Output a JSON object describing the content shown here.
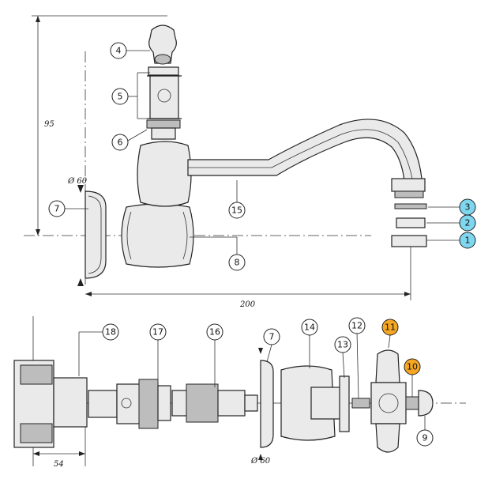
{
  "dimensions": {
    "height_95": "95",
    "length_200": "200",
    "diameter_top": "Ø 60",
    "diameter_bottom": "Ø 60",
    "offset_54": "54"
  },
  "colors": {
    "callout_cyan": "#7fd6ef",
    "callout_orange": "#f5a623",
    "callout_default": "#ffffff"
  },
  "callouts": [
    {
      "id": "1",
      "color": "cyan"
    },
    {
      "id": "2",
      "color": "cyan"
    },
    {
      "id": "3",
      "color": "cyan"
    },
    {
      "id": "4",
      "color": "white"
    },
    {
      "id": "5",
      "color": "white"
    },
    {
      "id": "6",
      "color": "white"
    },
    {
      "id": "7",
      "color": "white"
    },
    {
      "id": "8",
      "color": "white"
    },
    {
      "id": "15",
      "color": "white"
    },
    {
      "id": "18",
      "color": "white"
    },
    {
      "id": "17",
      "color": "white"
    },
    {
      "id": "16",
      "color": "white"
    },
    {
      "id": "7",
      "color": "white"
    },
    {
      "id": "14",
      "color": "white"
    },
    {
      "id": "13",
      "color": "white"
    },
    {
      "id": "12",
      "color": "white"
    },
    {
      "id": "11",
      "color": "orange"
    },
    {
      "id": "10",
      "color": "orange"
    },
    {
      "id": "9",
      "color": "white"
    }
  ]
}
